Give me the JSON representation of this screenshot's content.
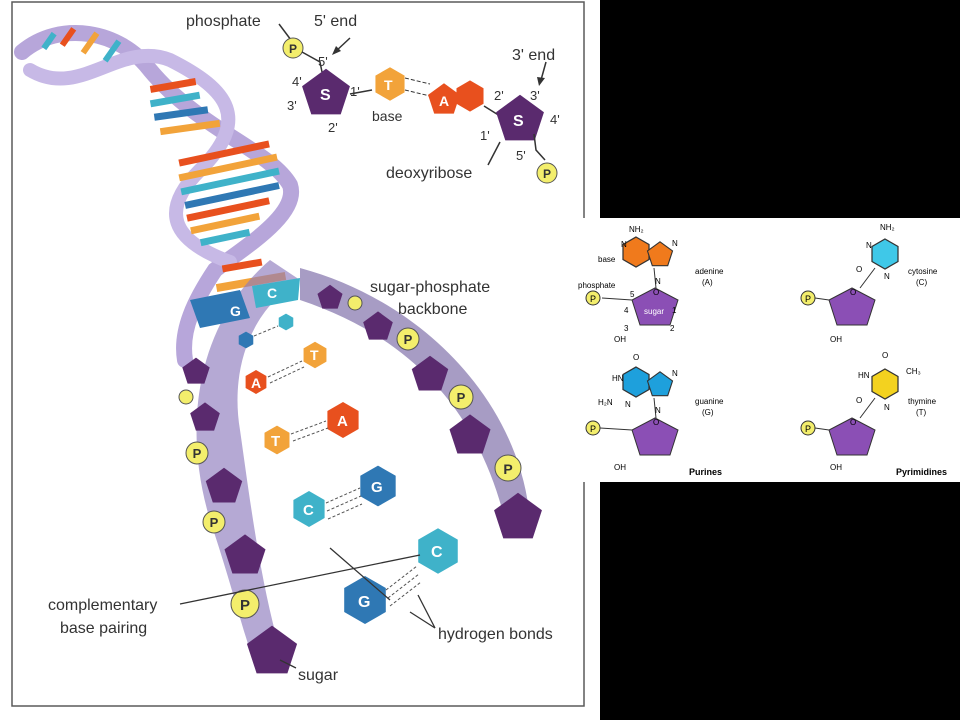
{
  "main_diagram": {
    "labels": {
      "phosphate": "phosphate",
      "five_prime_end": "5' end",
      "three_prime_end": "3' end",
      "base": "base",
      "deoxyribose": "deoxyribose",
      "backbone_line1": "sugar-phosphate",
      "backbone_line2": "backbone",
      "complementary_line1": "complementary",
      "complementary_line2": "base pairing",
      "hydrogen_bonds": "hydrogen bonds",
      "sugar": "sugar"
    },
    "carbon_numbers": {
      "c5_top": "5'",
      "c4_left": "4'",
      "c3_left": "3'",
      "c2_left": "2'",
      "c1_left": "1'",
      "c2_right": "2'",
      "c3_right": "3'",
      "c1_right": "1'",
      "c4_right": "4'",
      "c5_right": "5'"
    },
    "letters": {
      "P": "P",
      "S": "S",
      "T": "T",
      "A": "A",
      "G": "G",
      "C": "C"
    },
    "colors": {
      "sugar": "#5a2a6e",
      "phosphate": "#f3ee6c",
      "adenine": "#e8501e",
      "thymine": "#f2a33a",
      "guanine": "#2f78b4",
      "cytosine": "#3fb2c9",
      "backbone_ribbon": "#b7a6da"
    }
  },
  "nucleotides_panel": {
    "labels": {
      "adenine": "adenine",
      "adenine_abbr": "(A)",
      "cytosine": "cytosine",
      "cytosine_abbr": "(C)",
      "guanine": "guanine",
      "guanine_abbr": "(G)",
      "thymine": "thymine",
      "thymine_abbr": "(T)",
      "base": "base",
      "phosphate": "phosphate",
      "sugar": "sugar",
      "purines": "Purines",
      "pyrimidines": "Pyrimidines"
    },
    "chem": {
      "nh2": "NH₂",
      "n": "N",
      "o": "O",
      "oh": "OH",
      "hn": "HN",
      "h2n": "H₂N",
      "ch3": "CH₃",
      "n1": "1",
      "n2": "2",
      "n3": "3",
      "n4": "4",
      "n5": "5"
    }
  }
}
